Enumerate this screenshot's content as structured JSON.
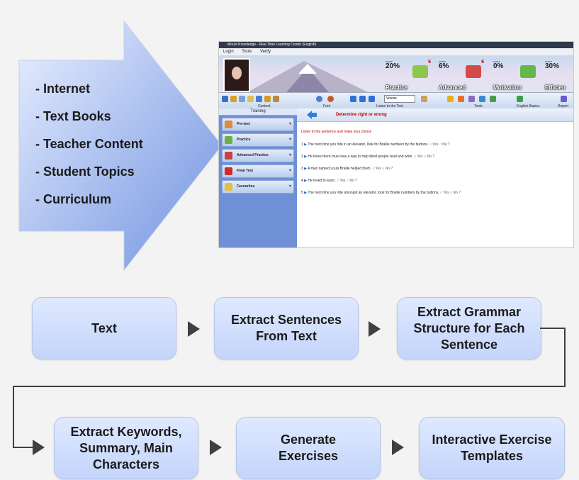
{
  "left_arrow": {
    "items": [
      "- Internet",
      "- Text Books",
      "- Teacher Content",
      "- Student Topics",
      "- Curriculum"
    ],
    "fill_color": "#7f9fe6"
  },
  "app_screenshot": {
    "window_title": "Mount Knowledge - Real Time Learning Center (English)",
    "menu": [
      "Login",
      "Tools",
      "Verify"
    ],
    "scores": [
      {
        "label": "score",
        "percent": "20%",
        "name": "Practice",
        "badge": "6",
        "color": "#8cc94a"
      },
      {
        "label": "score",
        "percent": "6%",
        "name": "Advanced",
        "badge": "6",
        "color": "#d24a4a"
      },
      {
        "label": "score",
        "percent": "0%",
        "name": "Motivation",
        "badge": "",
        "color": "#63b84a"
      },
      {
        "label": "score",
        "percent": "30%",
        "name": "Efficien",
        "badge": "",
        "color": "#e0b030"
      }
    ],
    "toolbar_sections": [
      "Content",
      "Font",
      "Listen to the Text",
      "Tools",
      "English Basics",
      "Report"
    ],
    "voice_select": "Voices",
    "sidebar_header": "Training",
    "sidebar_items": [
      "Pre-test",
      "Practice",
      "Advanced Practice",
      "Final Test",
      "Favourites"
    ],
    "content_title": "Determine right or wrong",
    "instruction": "Listen to the sentence and make your choice",
    "sentences": [
      {
        "num": "1",
        "text": "The next time you ride in an elevator, look for Braille numbers by the buttons."
      },
      {
        "num": "2",
        "text": "He knew there must was a way to help blind people read and write."
      },
      {
        "num": "3",
        "text": "A man named Louis Braille helped them."
      },
      {
        "num": "4",
        "text": "He loved to learn."
      },
      {
        "num": "5",
        "text": "The next time you ride amongst an elevator, look for Braille numbers by the buttons."
      }
    ],
    "yes_label": "Yes",
    "no_label": "No",
    "help_label": "?"
  },
  "flow": {
    "row1": [
      "Text",
      "Extract Sentences\nFrom Text",
      "Extract Grammar\nStructure for Each\nSentence"
    ],
    "row2": [
      "Extract Keywords,\nSummary, Main\nCharacters",
      "Generate\nExercises",
      "Interactive Exercise\nTemplates"
    ],
    "box_color": "#c9d8fb",
    "arrow_color": "#404040"
  }
}
